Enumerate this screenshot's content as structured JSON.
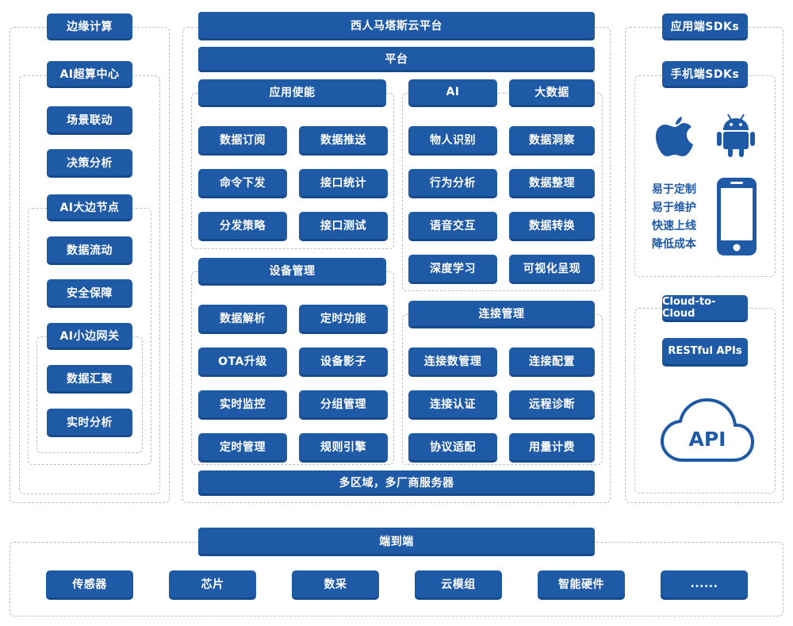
{
  "edge": {
    "title": "边缘计算",
    "ai_super_center": "AI超算中心",
    "scene_linkage": "场景联动",
    "decision_analysis": "决策分析",
    "ai_big_edge_node": "AI大边节点",
    "data_flow": "数据流动",
    "security": "安全保障",
    "ai_small_edge_gateway": "AI小边网关",
    "data_aggregation": "数据汇聚",
    "realtime_analysis": "实时分析"
  },
  "platform": {
    "title": "西人马塔斯云平台",
    "bar_platform": "平台",
    "app_enable": {
      "title": "应用使能",
      "items": [
        "数据订阅",
        "数据推送",
        "命令下发",
        "接口统计",
        "分发策略",
        "接口测试"
      ]
    },
    "ai": {
      "title": "AI",
      "items": [
        "物人识别",
        "行为分析",
        "语音交互",
        "深度学习"
      ]
    },
    "bigdata": {
      "title": "大数据",
      "items": [
        "数据洞察",
        "数据整理",
        "数据转换",
        "可视化呈现"
      ]
    },
    "device_mgmt": {
      "title": "设备管理",
      "items": [
        "数据解析",
        "定时功能",
        "OTA升级",
        "设备影子",
        "实时监控",
        "分组管理",
        "定时管理",
        "规则引擎"
      ]
    },
    "conn_mgmt": {
      "title": "连接管理",
      "items": [
        "连接数管理",
        "连接配置",
        "连接认证",
        "远程诊断",
        "协议适配",
        "用量计费"
      ]
    },
    "bottom_bar": "多区域，多厂商服务器"
  },
  "sdk": {
    "app_sdks": "应用端SDKs",
    "mobile_sdks": "手机端SDKs",
    "features": [
      "易于定制",
      "易于维护",
      "快速上线",
      "降低成本"
    ],
    "icons": [
      "apple-icon",
      "android-icon",
      "smartphone-icon"
    ],
    "cloud_to_cloud": "Cloud-to-Cloud",
    "restful": "RESTful APIs",
    "api_label": "API"
  },
  "end_to_end": {
    "title": "端到端",
    "items": [
      "传感器",
      "芯片",
      "数采",
      "云模组",
      "智能硬件",
      "......"
    ]
  },
  "colors": {
    "primary": "#1f5aa6",
    "dash": "#b9bdc4",
    "background": "#ffffff"
  }
}
